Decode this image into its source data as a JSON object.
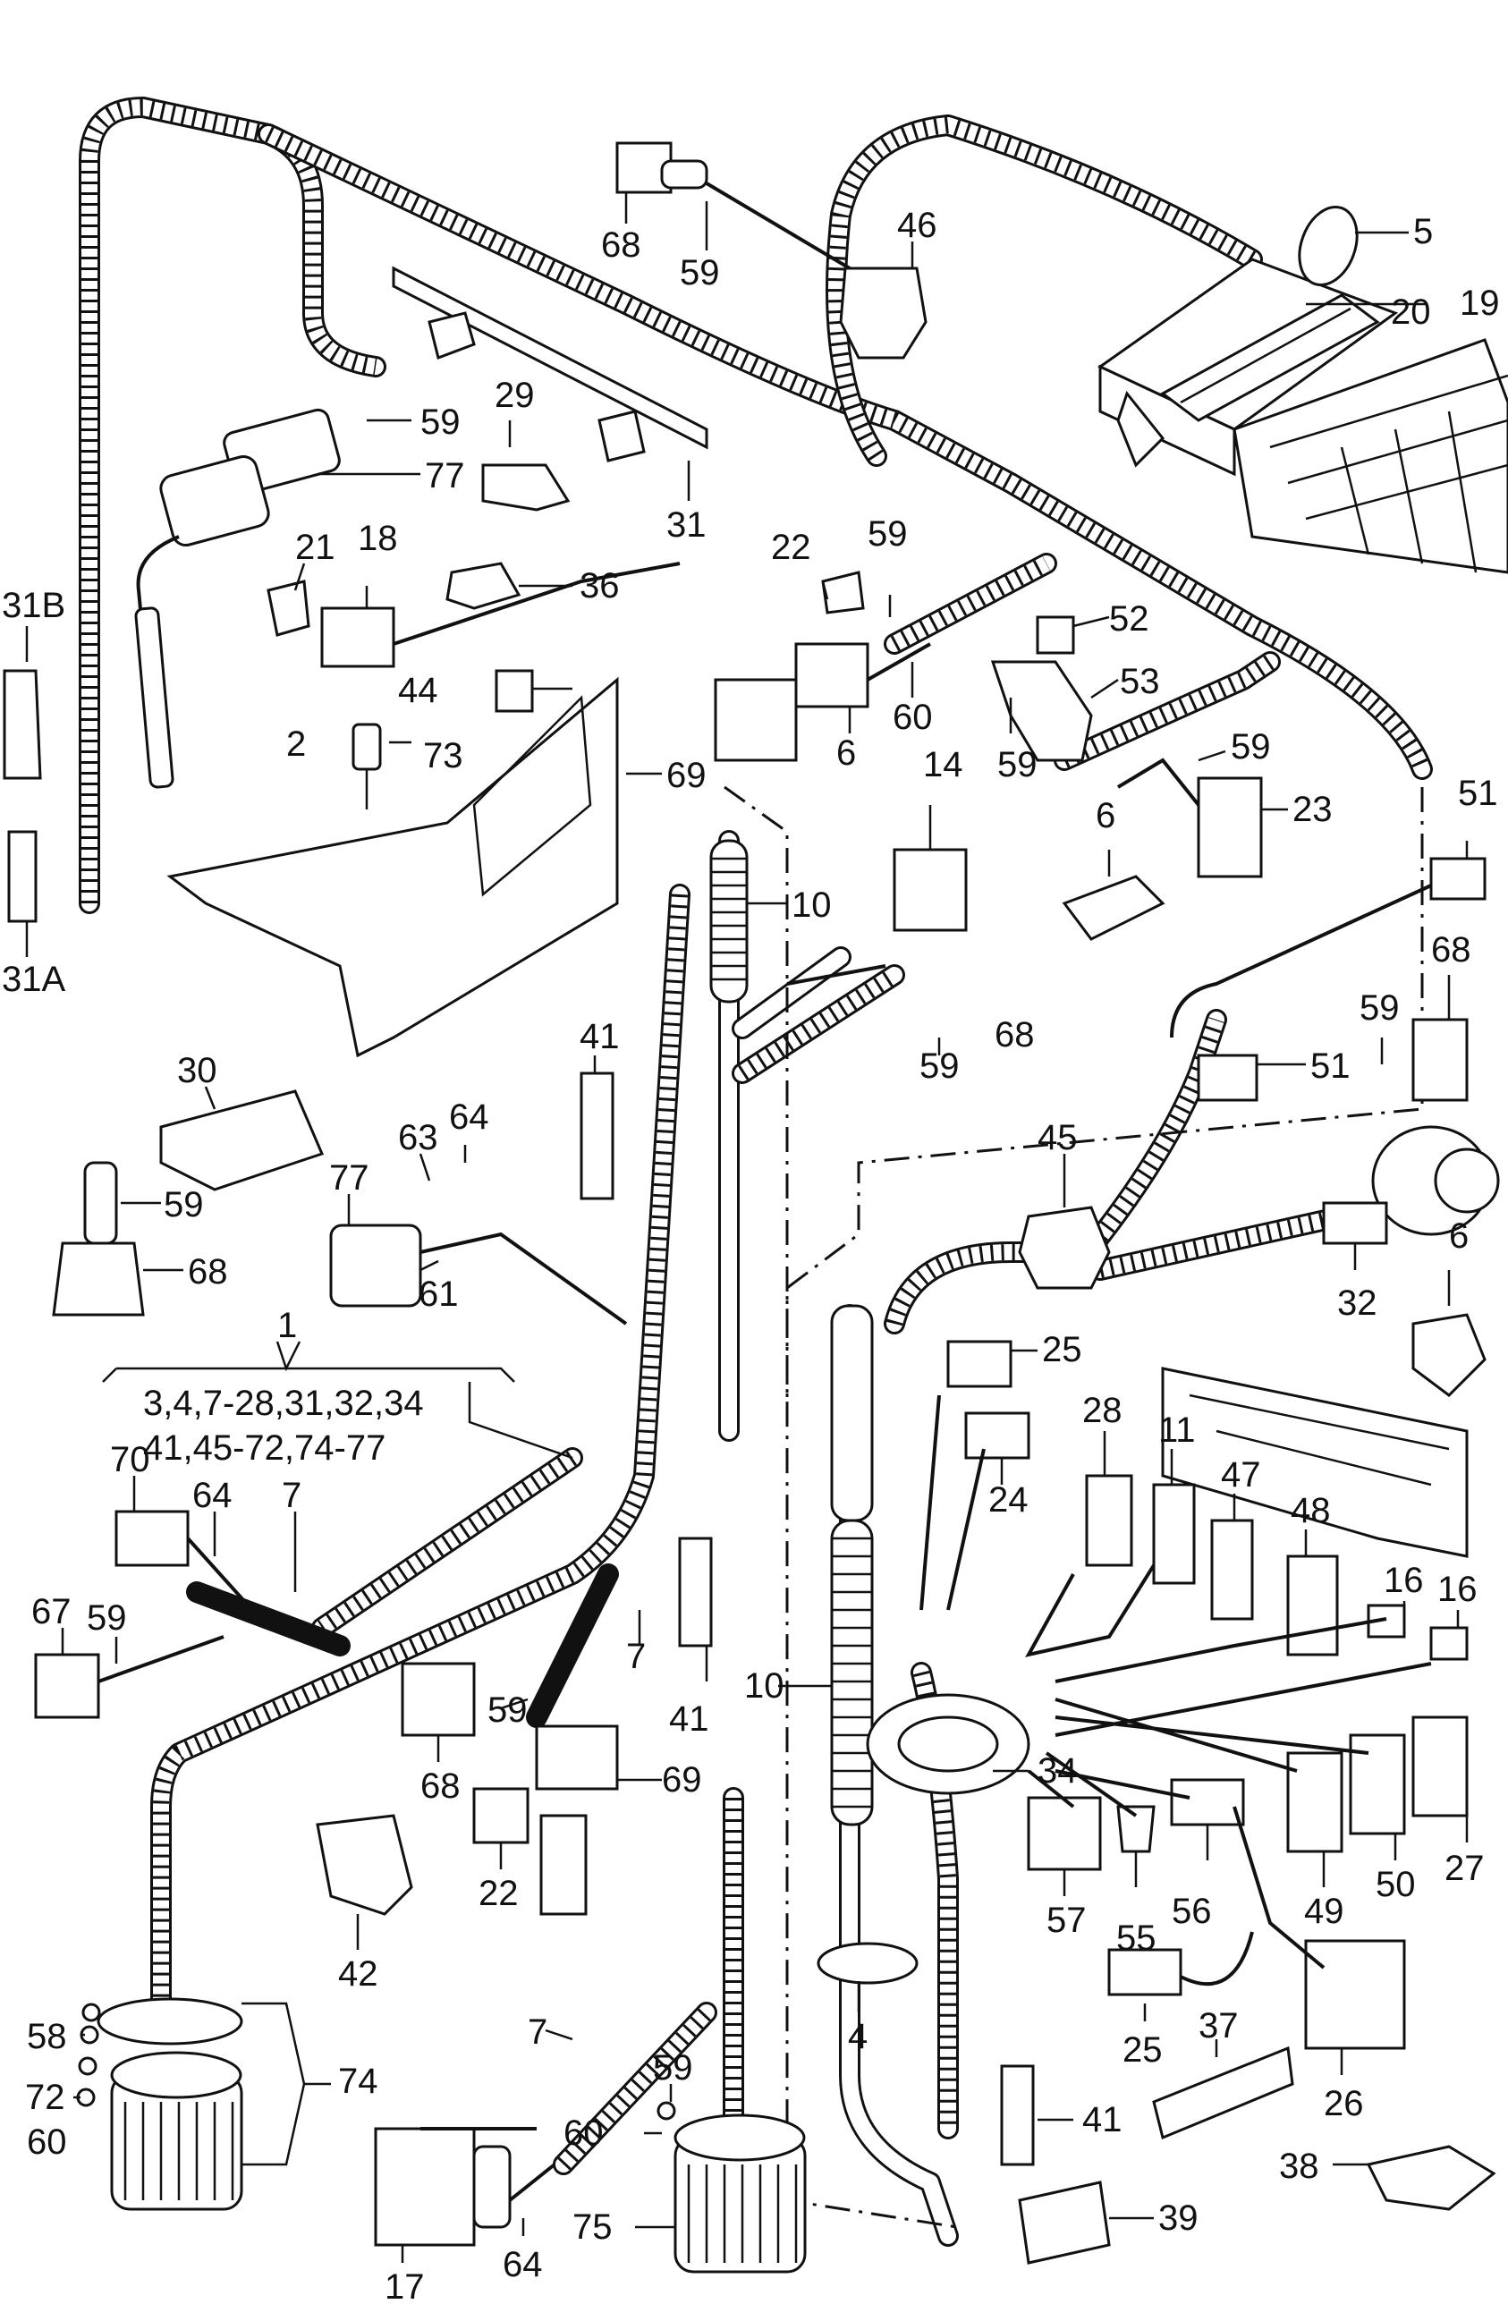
{
  "diagram": {
    "labels": [
      {
        "id": "5",
        "text": "5"
      },
      {
        "id": "19",
        "text": "19"
      },
      {
        "id": "20",
        "text": "20"
      },
      {
        "id": "46",
        "text": "46"
      },
      {
        "id": "68a",
        "text": "68"
      },
      {
        "id": "59a",
        "text": "59"
      },
      {
        "id": "29",
        "text": "29"
      },
      {
        "id": "59b",
        "text": "59"
      },
      {
        "id": "77a",
        "text": "77"
      },
      {
        "id": "31",
        "text": "31"
      },
      {
        "id": "21",
        "text": "21"
      },
      {
        "id": "18",
        "text": "18"
      },
      {
        "id": "36",
        "text": "36"
      },
      {
        "id": "22a",
        "text": "22"
      },
      {
        "id": "59c",
        "text": "59"
      },
      {
        "id": "52",
        "text": "52"
      },
      {
        "id": "31B",
        "text": "31B"
      },
      {
        "id": "44",
        "text": "44"
      },
      {
        "id": "53",
        "text": "53"
      },
      {
        "id": "59d",
        "text": "59"
      },
      {
        "id": "60a",
        "text": "60"
      },
      {
        "id": "2",
        "text": "2"
      },
      {
        "id": "73",
        "text": "73"
      },
      {
        "id": "69a",
        "text": "69"
      },
      {
        "id": "6a",
        "text": "6"
      },
      {
        "id": "14",
        "text": "14"
      },
      {
        "id": "59e",
        "text": "59"
      },
      {
        "id": "23",
        "text": "23"
      },
      {
        "id": "51a",
        "text": "51"
      },
      {
        "id": "6b",
        "text": "6"
      },
      {
        "id": "10a",
        "text": "10"
      },
      {
        "id": "31A",
        "text": "31A"
      },
      {
        "id": "68b",
        "text": "68"
      },
      {
        "id": "59f",
        "text": "59"
      },
      {
        "id": "68c",
        "text": "68"
      },
      {
        "id": "59g",
        "text": "59"
      },
      {
        "id": "51b",
        "text": "51"
      },
      {
        "id": "41a",
        "text": "41"
      },
      {
        "id": "30",
        "text": "30"
      },
      {
        "id": "45",
        "text": "45"
      },
      {
        "id": "63",
        "text": "63"
      },
      {
        "id": "64a",
        "text": "64"
      },
      {
        "id": "77b",
        "text": "77"
      },
      {
        "id": "59h",
        "text": "59"
      },
      {
        "id": "68d",
        "text": "68"
      },
      {
        "id": "61",
        "text": "61"
      },
      {
        "id": "32",
        "text": "32"
      },
      {
        "id": "6c",
        "text": "6"
      },
      {
        "id": "1",
        "text": "1"
      },
      {
        "id": "25a",
        "text": "25"
      },
      {
        "id": "g1",
        "text": "3,4,7-28,31,32,34"
      },
      {
        "id": "g2",
        "text": "41,45-72,74-77"
      },
      {
        "id": "28",
        "text": "28"
      },
      {
        "id": "11",
        "text": "11"
      },
      {
        "id": "24",
        "text": "24"
      },
      {
        "id": "47",
        "text": "47"
      },
      {
        "id": "48",
        "text": "48"
      },
      {
        "id": "70",
        "text": "70"
      },
      {
        "id": "64b",
        "text": "64"
      },
      {
        "id": "7a",
        "text": "7"
      },
      {
        "id": "16a",
        "text": "16"
      },
      {
        "id": "16b",
        "text": "16"
      },
      {
        "id": "67",
        "text": "67"
      },
      {
        "id": "59i",
        "text": "59"
      },
      {
        "id": "7b",
        "text": "7"
      },
      {
        "id": "41b",
        "text": "41"
      },
      {
        "id": "10b",
        "text": "10"
      },
      {
        "id": "68e",
        "text": "68"
      },
      {
        "id": "59j",
        "text": "59"
      },
      {
        "id": "69b",
        "text": "69"
      },
      {
        "id": "34",
        "text": "34"
      },
      {
        "id": "27",
        "text": "27"
      },
      {
        "id": "22b",
        "text": "22"
      },
      {
        "id": "57",
        "text": "57"
      },
      {
        "id": "55",
        "text": "55"
      },
      {
        "id": "56",
        "text": "56"
      },
      {
        "id": "49",
        "text": "49"
      },
      {
        "id": "50",
        "text": "50"
      },
      {
        "id": "42",
        "text": "42"
      },
      {
        "id": "4",
        "text": "4"
      },
      {
        "id": "37",
        "text": "37"
      },
      {
        "id": "58",
        "text": "58"
      },
      {
        "id": "74",
        "text": "74"
      },
      {
        "id": "7c",
        "text": "7"
      },
      {
        "id": "59k",
        "text": "59"
      },
      {
        "id": "25b",
        "text": "25"
      },
      {
        "id": "26",
        "text": "26"
      },
      {
        "id": "72",
        "text": "72"
      },
      {
        "id": "60b",
        "text": "60"
      },
      {
        "id": "60c",
        "text": "60"
      },
      {
        "id": "41c",
        "text": "41"
      },
      {
        "id": "38",
        "text": "38"
      },
      {
        "id": "64c",
        "text": "64"
      },
      {
        "id": "75",
        "text": "75"
      },
      {
        "id": "39",
        "text": "39"
      },
      {
        "id": "17",
        "text": "17"
      }
    ]
  }
}
